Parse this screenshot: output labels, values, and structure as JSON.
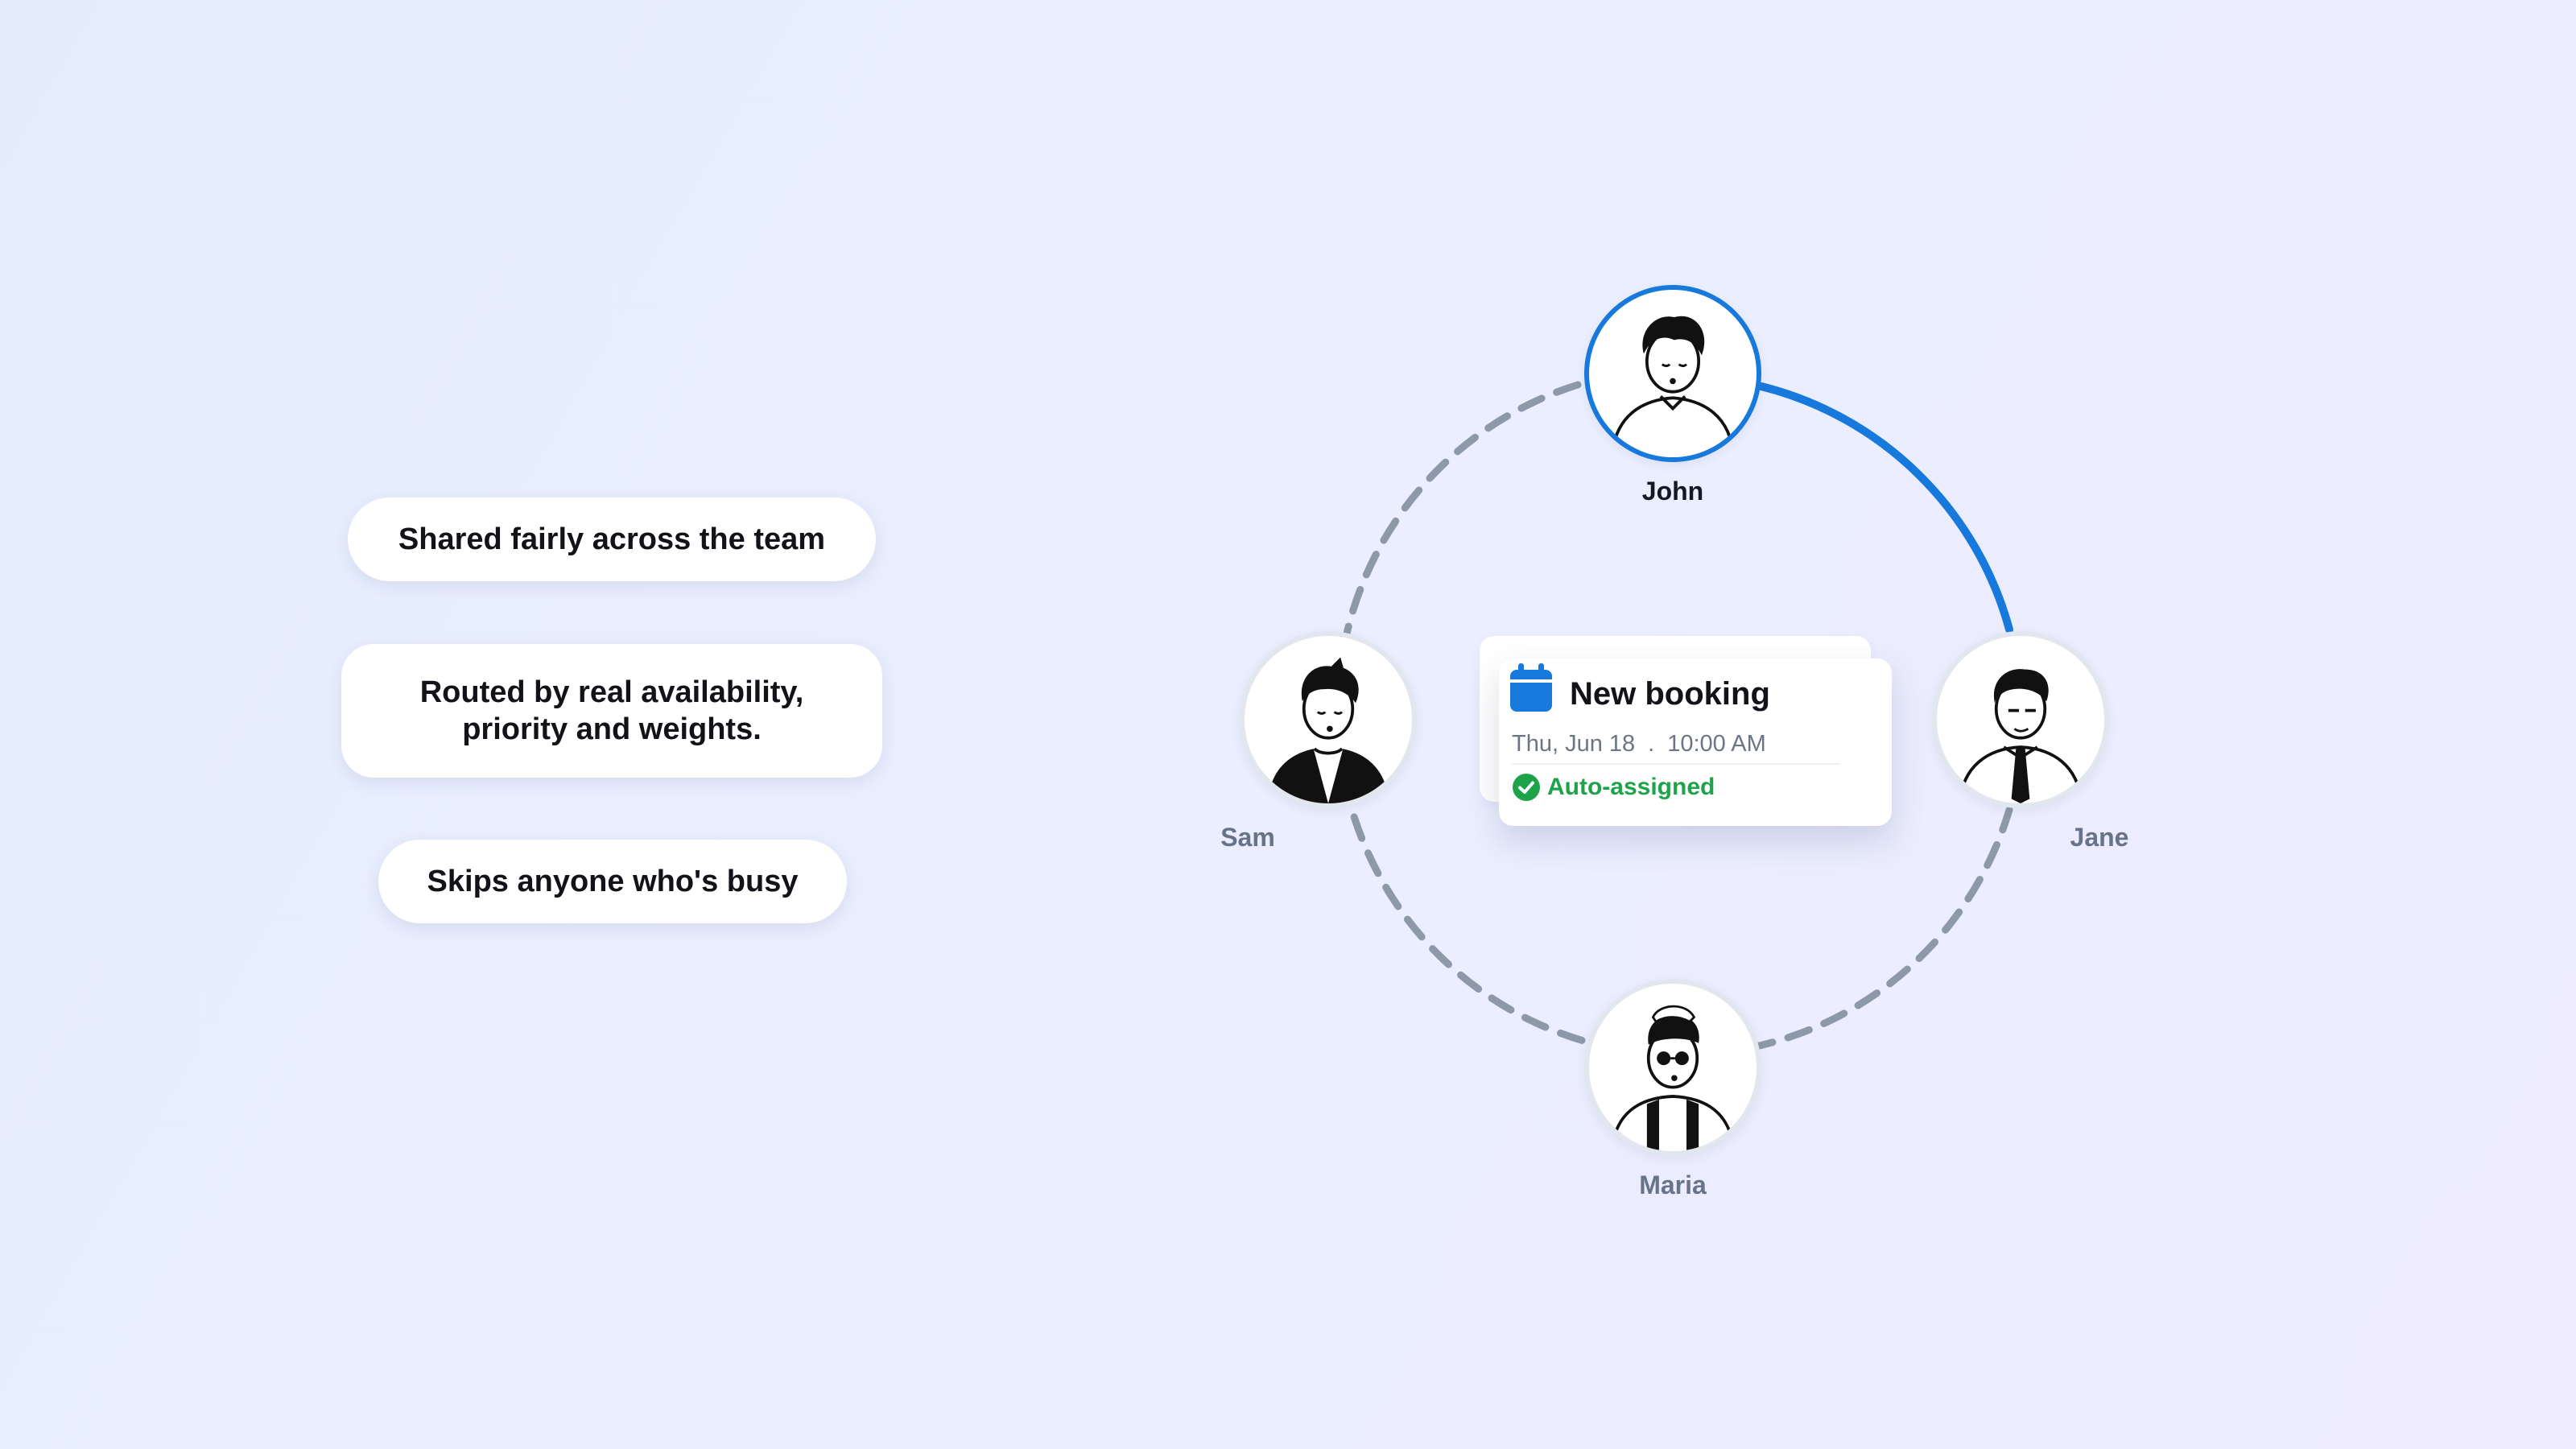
{
  "features": [
    "Shared fairly across the team",
    "Routed by real availability,",
    "priority and weights.",
    "Skips anyone who's busy"
  ],
  "team": {
    "top": "John",
    "left": "Sam",
    "right": "Jane",
    "bottom": "Maria"
  },
  "booking": {
    "title": "New booking",
    "date": "Thu, Jun 18",
    "separator": ".",
    "time": "10:00 AM",
    "status": "Auto-assigned"
  },
  "colors": {
    "accent": "#1779dc",
    "dashed_ring": "#8d98a8",
    "success": "#1fa34a"
  },
  "icons": {
    "booking": "calendar-icon",
    "status": "check-circle-icon"
  }
}
